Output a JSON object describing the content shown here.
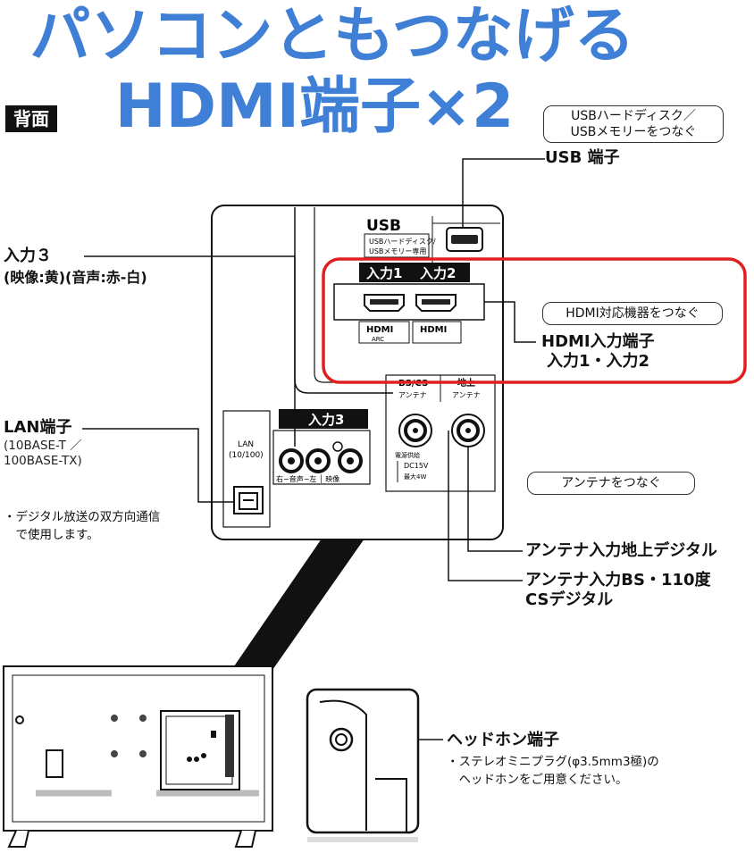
{
  "headline": {
    "line1": "パソコンともつなげる",
    "line2": "HDMI端子×2"
  },
  "rear_tag": "背面",
  "callouts": {
    "usb_pill": [
      "USBハードディスク／",
      "USBメモリーをつなぐ"
    ],
    "usb_port": "USB 端子",
    "input3_title": "入力３",
    "input3_sub": "(映像:黄)(音声:赤-白)",
    "lan_title": "LAN端子",
    "lan_sub1": "(10BASE-T ／",
    "lan_sub2": "100BASE-TX)",
    "lan_note1": "・デジタル放送の双方向通信",
    "lan_note2": "　で使用します。",
    "hdmi_pill": "HDMI対応機器をつなぐ",
    "hdmi_port1": "HDMI入力端子",
    "hdmi_port2": "入力1・入力2",
    "antenna_pill": "アンテナをつなぐ",
    "antenna_terrestrial": "アンテナ入力地上デジタル",
    "antenna_bs1": "アンテナ入力BS・110度",
    "antenna_bs2": "CSデジタル",
    "headphone_title": "ヘッドホン端子",
    "headphone_note1": "・ステレオミニプラグ(φ3.5mm3極)の",
    "headphone_note2": "　ヘッドホンをご用意ください。"
  },
  "panel": {
    "usb_label": "USB",
    "usb_sub1": "USBハードディスク/",
    "usb_sub2": "USBメモリー専用",
    "input1_label": "入力1",
    "input2_label": "入力2",
    "hdmi_logo": "HDMI",
    "arc_label": "ARC",
    "input3_label": "入力3",
    "av_sub": "右−音声−左 │ 映像",
    "lan_label1": "LAN",
    "lan_label2": "(10/100)",
    "bs_label1": "BS/CS",
    "bs_label2": "アンテナ",
    "terr_label1": "地上",
    "terr_label2": "アンテナ",
    "power1": "電源供給",
    "power2": "DC15V",
    "power3": "最大4W"
  },
  "colors": {
    "headline": "#3f7fd6",
    "highlight": "#e02020",
    "line": "#111111"
  }
}
